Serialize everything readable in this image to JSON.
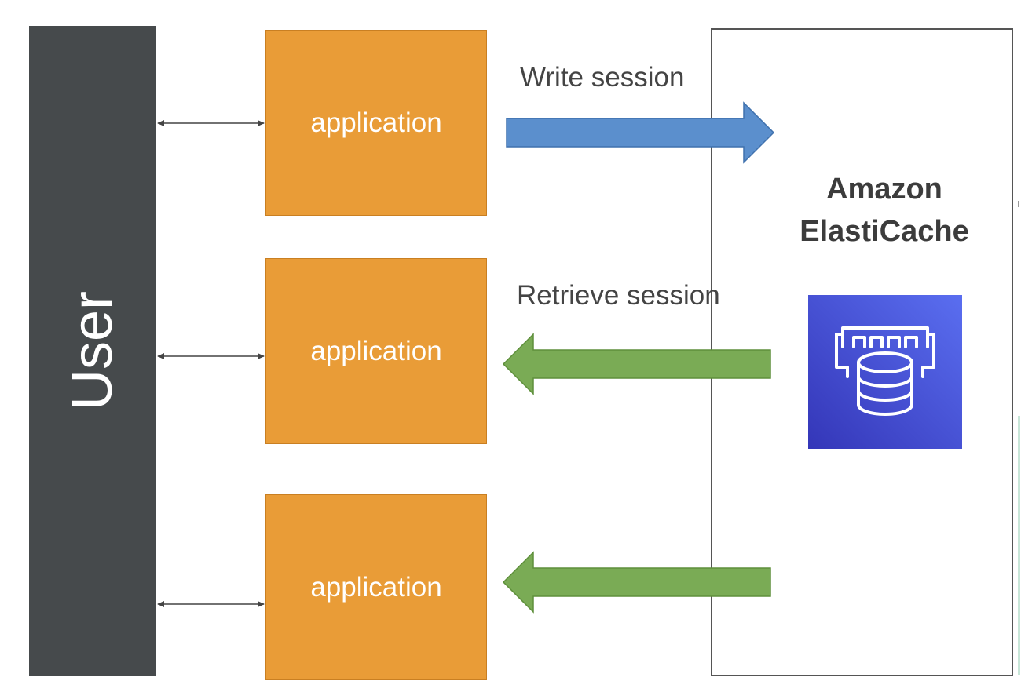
{
  "user": {
    "label": "User"
  },
  "applications": [
    {
      "label": "application"
    },
    {
      "label": "application"
    },
    {
      "label": "application"
    }
  ],
  "flows": {
    "write": {
      "label": "Write session",
      "color": "#5b8fcd"
    },
    "retrieve": {
      "label": "Retrieve session",
      "color": "#7aab55"
    }
  },
  "cache": {
    "title_line1": "Amazon",
    "title_line2": "ElastiCache",
    "icon": "elasticache-icon",
    "icon_colors": [
      "#5a6ef0",
      "#3436b8"
    ]
  },
  "colors": {
    "user_bar": "#464a4c",
    "application": "#e99c37"
  }
}
